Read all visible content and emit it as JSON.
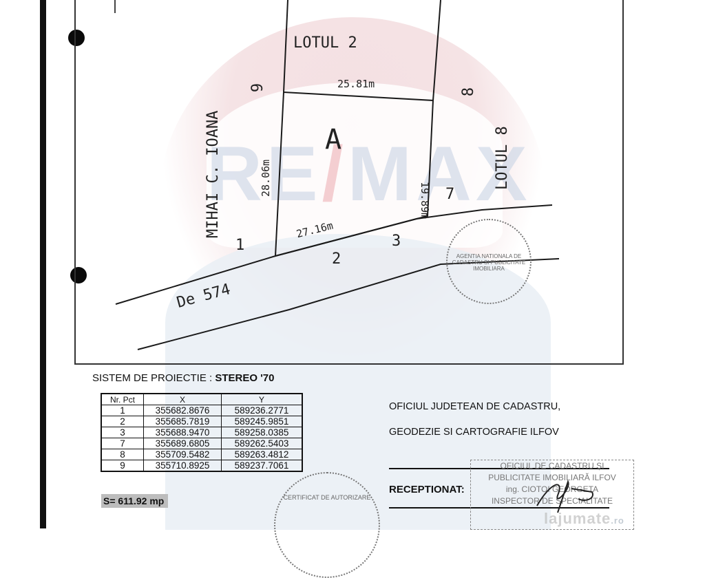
{
  "document": {
    "type": "cadastral plot plan",
    "plot_label": "A",
    "neighbors": {
      "north": "LOTUL 2",
      "east": "LOTUL 8",
      "west": "MIHAI C. IOANA",
      "south": "De 574"
    },
    "dimensions": {
      "north": "25.81m",
      "west": "28.06m",
      "east": "19.89m",
      "south": "27.16m"
    },
    "point_labels": [
      "1",
      "2",
      "3",
      "7",
      "8",
      "9"
    ],
    "watermark": "RE/MAX"
  },
  "projection": {
    "label": "SISTEM  DE PROIECTIE :",
    "value": "STEREO '70"
  },
  "coordinates_table": {
    "headers": [
      "Nr. Pct",
      "X",
      "Y"
    ],
    "rows": [
      {
        "pct": "1",
        "x": "355682.8676",
        "y": "589236.2771"
      },
      {
        "pct": "2",
        "x": "355685.7819",
        "y": "589245.9851"
      },
      {
        "pct": "3",
        "x": "355688.9470",
        "y": "589258.0385"
      },
      {
        "pct": "7",
        "x": "355689.6805",
        "y": "589262.5403"
      },
      {
        "pct": "8",
        "x": "355709.5482",
        "y": "589263.4812"
      },
      {
        "pct": "9",
        "x": "355710.8925",
        "y": "589237.7061"
      }
    ]
  },
  "area": "S=  611.92 mp",
  "office": {
    "line1": "OFICIUL JUDETEAN DE CADASTRU,",
    "line2": "GEODEZIE SI CARTOGRAFIE ILFOV",
    "received_label": "RECEPTIONAT:"
  },
  "stamps": {
    "reception_stamp": [
      "OFICIUL DE CADASTRU ȘI",
      "PUBLICITATE IMOBILIARĂ ILFOV",
      "ing. CIOTOI GEORGETA",
      "INSPECTOR DE SPECIALITATE"
    ],
    "round_stamp_1": "AGENTIA NATIONALA DE CADASTRU SI PUBLICITATE IMOBILIARA",
    "round_stamp_2": "CERTIFICAT DE AUTORIZARE"
  },
  "site_watermark": {
    "text": "lajumate",
    "suffix": ".ro"
  }
}
